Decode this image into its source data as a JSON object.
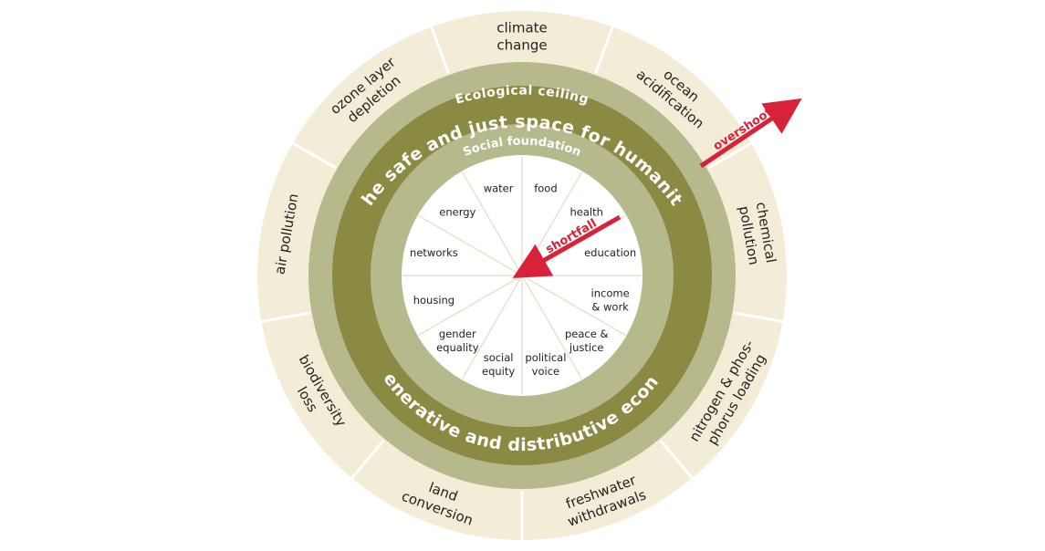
{
  "ecological_ceiling_label": "Ecological ceiling",
  "safe_space_label": "The safe and just space for humanity",
  "economy_label": "Regenerative and distributive economy",
  "social_foundation_label": "Social foundation",
  "overshoot_label": "overshoot",
  "shortfall_label": "shortfall",
  "planetary_boundaries": [
    {
      "lines": [
        "climate",
        "change"
      ]
    },
    {
      "lines": [
        "ocean",
        "acidification"
      ]
    },
    {
      "lines": [
        "chemical",
        "pollution"
      ]
    },
    {
      "lines": [
        "nitrogen & phos-",
        "phorus loading"
      ]
    },
    {
      "lines": [
        "freshwater",
        "withdrawals"
      ]
    },
    {
      "lines": [
        "land",
        "conversion"
      ]
    },
    {
      "lines": [
        "biodiversity",
        "loss"
      ]
    },
    {
      "lines": [
        "air pollution"
      ]
    },
    {
      "lines": [
        "ozone layer",
        "depletion"
      ]
    }
  ],
  "social_foundation": [
    {
      "lines": [
        "food"
      ]
    },
    {
      "lines": [
        "health"
      ]
    },
    {
      "lines": [
        "education"
      ]
    },
    {
      "lines": [
        "income",
        "& work"
      ]
    },
    {
      "lines": [
        "peace &",
        "justice"
      ]
    },
    {
      "lines": [
        "political",
        "voice"
      ]
    },
    {
      "lines": [
        "social",
        "equity"
      ]
    },
    {
      "lines": [
        "gender",
        "equality"
      ]
    },
    {
      "lines": [
        "housing"
      ]
    },
    {
      "lines": [
        "networks"
      ]
    },
    {
      "lines": [
        "energy"
      ]
    },
    {
      "lines": [
        "water"
      ]
    }
  ],
  "colors": {
    "outer_ring": "#f3edd8",
    "light_ring": "#b5b98b",
    "dark_ring": "#8a8a43",
    "inner_disc": "#ffffff",
    "arrow": "#d7223a",
    "divider": "#ffffff",
    "inner_divider": "#e7e2cb"
  }
}
